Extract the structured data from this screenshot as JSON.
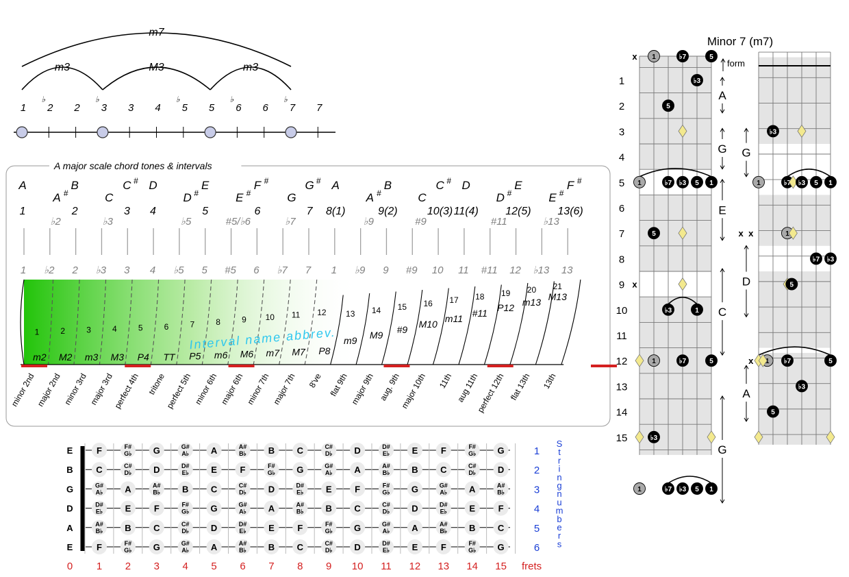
{
  "top_intervals": {
    "arcs": [
      {
        "label": "m7"
      },
      {
        "label": "m3"
      },
      {
        "label": "M3"
      },
      {
        "label": "m3"
      }
    ],
    "degrees": [
      {
        "num": "1",
        "flat": false
      },
      {
        "num": "2",
        "flat": true
      },
      {
        "num": "2",
        "flat": false
      },
      {
        "num": "3",
        "flat": true
      },
      {
        "num": "3",
        "flat": false
      },
      {
        "num": "4",
        "flat": false
      },
      {
        "num": "5",
        "flat": true
      },
      {
        "num": "5",
        "flat": false
      },
      {
        "num": "6",
        "flat": true
      },
      {
        "num": "6",
        "flat": false
      },
      {
        "num": "7",
        "flat": true
      },
      {
        "num": "7",
        "flat": false
      }
    ],
    "chord_tone_steps": [
      0,
      3,
      7,
      10
    ]
  },
  "scale_panel": {
    "title": "A major scale chord tones & intervals",
    "notes": [
      {
        "letter": "A",
        "sharp": false,
        "row": 0
      },
      {
        "letter": "A",
        "sharp": true,
        "row": 1
      },
      {
        "letter": "B",
        "sharp": false,
        "row": 0
      },
      {
        "letter": "C",
        "sharp": false,
        "row": 1
      },
      {
        "letter": "C",
        "sharp": true,
        "row": 0
      },
      {
        "letter": "D",
        "sharp": false,
        "row": 0
      },
      {
        "letter": "D",
        "sharp": true,
        "row": 1
      },
      {
        "letter": "E",
        "sharp": false,
        "row": 0
      },
      {
        "letter": "E",
        "sharp": true,
        "row": 1
      },
      {
        "letter": "F",
        "sharp": true,
        "row": 0
      },
      {
        "letter": "G",
        "sharp": false,
        "row": 1
      },
      {
        "letter": "G",
        "sharp": true,
        "row": 0
      },
      {
        "letter": "A",
        "sharp": false,
        "row": 0
      },
      {
        "letter": "A",
        "sharp": true,
        "row": 1
      },
      {
        "letter": "B",
        "sharp": false,
        "row": 0
      },
      {
        "letter": "C",
        "sharp": false,
        "row": 1
      },
      {
        "letter": "C",
        "sharp": true,
        "row": 0
      },
      {
        "letter": "D",
        "sharp": false,
        "row": 0
      },
      {
        "letter": "D",
        "sharp": true,
        "row": 1
      },
      {
        "letter": "E",
        "sharp": false,
        "row": 0
      },
      {
        "letter": "E",
        "sharp": true,
        "row": 1
      },
      {
        "letter": "F",
        "sharp": true,
        "row": 0
      }
    ],
    "degree_labels": [
      {
        "text": "1",
        "main": true
      },
      {
        "text": "♭2",
        "main": false
      },
      {
        "text": "2",
        "main": true
      },
      {
        "text": "♭3",
        "main": false
      },
      {
        "text": "3",
        "main": true
      },
      {
        "text": "4",
        "main": true
      },
      {
        "text": "♭5",
        "main": false
      },
      {
        "text": "5",
        "main": true
      },
      {
        "text": "#5/♭6",
        "main": false
      },
      {
        "text": "6",
        "main": true
      },
      {
        "text": "♭7",
        "main": false
      },
      {
        "text": "7",
        "main": true
      },
      {
        "text": "8(1)",
        "main": true
      },
      {
        "text": "♭9",
        "main": false
      },
      {
        "text": "9(2)",
        "main": true
      },
      {
        "text": "#9",
        "main": false
      },
      {
        "text": "10(3)",
        "main": true
      },
      {
        "text": "11(4)",
        "main": true
      },
      {
        "text": "#11",
        "main": false
      },
      {
        "text": "12(5)",
        "main": true
      },
      {
        "text": "♭13",
        "main": false
      },
      {
        "text": "13(6)",
        "main": true
      }
    ],
    "lower_degrees": [
      "1",
      "♭2",
      "2",
      "♭3",
      "3",
      "4",
      "♭5",
      "5",
      "#5",
      "6",
      "♭7",
      "7",
      "1",
      "♭9",
      "9",
      "#9",
      "10",
      "11",
      "#11",
      "12",
      "♭13",
      "13"
    ],
    "semitones": [
      "1",
      "2",
      "3",
      "4",
      "5",
      "6",
      "7",
      "8",
      "9",
      "10",
      "11",
      "12",
      "13",
      "14",
      "15",
      "16",
      "17",
      "18",
      "19",
      "20",
      "21"
    ],
    "abbrevs": [
      "m2",
      "M2",
      "m3",
      "M3",
      "P4",
      "TT",
      "P5",
      "m6",
      "M6",
      "m7",
      "M7",
      "P8",
      "m9",
      "M9",
      "#9",
      "M10",
      "m11",
      "#11",
      "P12",
      "m13",
      "M13"
    ],
    "full_names": [
      "minor 2nd",
      "major 2nd",
      "minor 3rd",
      "major 3rd",
      "perfect 4th",
      "tritone",
      "perfect 5th",
      "minor 6th",
      "major 6th",
      "minor 7th",
      "major 7th",
      "8've",
      "flat 9th",
      "major 9th",
      "aug. 9th",
      "major 10th",
      "11th",
      "aug 11th",
      "perfect 12th",
      "flat 13th",
      "13th"
    ],
    "interval_banner": "Interval name abbrev."
  },
  "fretboard": {
    "strings": [
      "E",
      "B",
      "G",
      "D",
      "A",
      "E"
    ],
    "string_numbers": [
      "1",
      "2",
      "3",
      "4",
      "5",
      "6"
    ],
    "string_numbers_label": "String numbers",
    "fret_numbers": [
      "0",
      "1",
      "2",
      "3",
      "4",
      "5",
      "6",
      "7",
      "8",
      "9",
      "10",
      "11",
      "12",
      "13",
      "14",
      "15"
    ],
    "frets_label": "frets",
    "notes": [
      [
        "F",
        "F#|G♭",
        "G",
        "G#|A♭",
        "A",
        "A#|B♭",
        "B",
        "C",
        "C#|D♭",
        "D",
        "D#|E♭",
        "E",
        "F",
        "F#|G♭",
        "G"
      ],
      [
        "C",
        "C#|D♭",
        "D",
        "D#|E♭",
        "E",
        "F",
        "F#|G♭",
        "G",
        "G#|A♭",
        "A",
        "A#|B♭",
        "B",
        "C",
        "C#|D♭",
        "D"
      ],
      [
        "G#|A♭",
        "A",
        "A#|B♭",
        "B",
        "C",
        "C#|D♭",
        "D",
        "D#|E♭",
        "E",
        "F",
        "F#|G♭",
        "G",
        "G#|A♭",
        "A",
        "A#|B♭"
      ],
      [
        "D#|E♭",
        "E",
        "F",
        "F#|G♭",
        "G",
        "G#|A♭",
        "A",
        "A#|B♭",
        "B",
        "C",
        "C#|D♭",
        "D",
        "D#|E♭",
        "E",
        "F"
      ],
      [
        "A#|B♭",
        "B",
        "C",
        "C#|D♭",
        "D",
        "D#|E♭",
        "E",
        "F",
        "F#|G♭",
        "G",
        "G#|A♭",
        "A",
        "A#|B♭",
        "B",
        "C"
      ],
      [
        "F",
        "F#|G♭",
        "G",
        "G#|A♭",
        "A",
        "A#|B♭",
        "B",
        "C",
        "C#|D♭",
        "D",
        "D#|E♭",
        "E",
        "F",
        "F#|G♭",
        "G"
      ]
    ]
  },
  "chord_diagram": {
    "title": "Minor 7 (m7)",
    "form_label": "form",
    "fret_numbers": [
      "1",
      "2",
      "3",
      "4",
      "5",
      "6",
      "7",
      "8",
      "9",
      "10",
      "11",
      "12",
      "13",
      "14",
      "15"
    ],
    "left_forms": [
      {
        "letter": "A",
        "from": 0,
        "to": 1.5
      },
      {
        "letter": "G",
        "from": 2,
        "to": 3.7
      },
      {
        "letter": "E",
        "from": 4,
        "to": 6.5
      },
      {
        "letter": "C",
        "from": 7.5,
        "to": 11
      },
      {
        "letter": "G",
        "from": 12.5,
        "to": 16.8
      }
    ],
    "right_forms": [
      {
        "letter": "G",
        "from": 2,
        "to": 4
      },
      {
        "letter": "D",
        "from": 6.6,
        "to": 9.5
      },
      {
        "letter": "A",
        "from": 11.3,
        "to": 13.6
      }
    ],
    "left_marks": [
      {
        "fret": 0,
        "string": 1,
        "type": "root",
        "label": "1"
      },
      {
        "fret": 0,
        "string": 3,
        "type": "tone",
        "label": "♭7"
      },
      {
        "fret": 0,
        "string": 5,
        "type": "tone",
        "label": "5"
      },
      {
        "fret": 0,
        "string": 0,
        "type": "x",
        "label": "x"
      },
      {
        "fret": 1,
        "string": 4,
        "type": "tone",
        "label": "♭3"
      },
      {
        "fret": 2,
        "string": 2,
        "type": "tone",
        "label": "5"
      },
      {
        "fret": 3,
        "string": 3,
        "type": "diamond",
        "label": ""
      },
      {
        "fret": 5,
        "string": 0,
        "type": "root",
        "label": "1"
      },
      {
        "fret": 5,
        "string": 2,
        "type": "tone",
        "label": "♭7"
      },
      {
        "fret": 5,
        "string": 3,
        "type": "diamond",
        "label": ""
      },
      {
        "fret": 5,
        "string": 3,
        "type": "tone",
        "label": "♭3"
      },
      {
        "fret": 5,
        "string": 4,
        "type": "tone",
        "label": "5"
      },
      {
        "fret": 5,
        "string": 5,
        "type": "tone",
        "label": "1"
      },
      {
        "fret": 7,
        "string": 1,
        "type": "tone",
        "label": "5"
      },
      {
        "fret": 7,
        "string": 3,
        "type": "diamond",
        "label": ""
      },
      {
        "fret": 9,
        "string": 0,
        "type": "x",
        "label": "x"
      },
      {
        "fret": 9,
        "string": 3,
        "type": "diamond",
        "label": ""
      },
      {
        "fret": 10,
        "string": 2,
        "type": "tone",
        "label": "♭3"
      },
      {
        "fret": 10,
        "string": 4,
        "type": "tone",
        "label": "1"
      },
      {
        "fret": 12,
        "string": 0,
        "type": "diamond",
        "label": ""
      },
      {
        "fret": 12,
        "string": 1,
        "type": "root",
        "label": "1"
      },
      {
        "fret": 12,
        "string": 3,
        "type": "tone",
        "label": "♭7"
      },
      {
        "fret": 12,
        "string": 5,
        "type": "diamond",
        "label": ""
      },
      {
        "fret": 12,
        "string": 5,
        "type": "tone",
        "label": "5"
      },
      {
        "fret": 15,
        "string": 0,
        "type": "diamond",
        "label": ""
      },
      {
        "fret": 15,
        "string": 1,
        "type": "tone",
        "label": "♭3"
      },
      {
        "fret": 15,
        "string": 5,
        "type": "diamond",
        "label": ""
      },
      {
        "fret": 17,
        "string": 0,
        "type": "root",
        "label": "1"
      },
      {
        "fret": 17,
        "string": 2,
        "type": "tone",
        "label": "♭7"
      },
      {
        "fret": 17,
        "string": 3,
        "type": "tone",
        "label": "♭3"
      },
      {
        "fret": 17,
        "string": 4,
        "type": "tone",
        "label": "5"
      },
      {
        "fret": 17,
        "string": 5,
        "type": "tone",
        "label": "1"
      }
    ],
    "right_marks": [
      {
        "fret": 3,
        "string": 1,
        "type": "tone",
        "label": "♭3"
      },
      {
        "fret": 3,
        "string": 3,
        "type": "diamond",
        "label": ""
      },
      {
        "fret": 5,
        "string": 0,
        "type": "root",
        "label": "1"
      },
      {
        "fret": 5,
        "string": 2,
        "type": "tone",
        "label": "♭7"
      },
      {
        "fret": 5,
        "string": 2.4,
        "type": "diamond",
        "label": ""
      },
      {
        "fret": 5,
        "string": 3,
        "type": "tone",
        "label": "♭3"
      },
      {
        "fret": 5,
        "string": 4,
        "type": "tone",
        "label": "5"
      },
      {
        "fret": 5,
        "string": 5,
        "type": "tone",
        "label": "1"
      },
      {
        "fret": 7,
        "string": -0.9,
        "type": "x",
        "label": "x"
      },
      {
        "fret": 7,
        "string": -0.2,
        "type": "x",
        "label": "x"
      },
      {
        "fret": 7,
        "string": 2,
        "type": "root",
        "label": "1"
      },
      {
        "fret": 7,
        "string": 2.4,
        "type": "diamond",
        "label": ""
      },
      {
        "fret": 8,
        "string": 4,
        "type": "tone",
        "label": "♭7"
      },
      {
        "fret": 8,
        "string": 5,
        "type": "tone",
        "label": "♭3"
      },
      {
        "fret": 9,
        "string": 2,
        "type": "diamond",
        "label": ""
      },
      {
        "fret": 9,
        "string": 2.3,
        "type": "tone",
        "label": "5"
      },
      {
        "fret": 12,
        "string": -0.2,
        "type": "x",
        "label": "x"
      },
      {
        "fret": 12,
        "string": 0,
        "type": "diamond",
        "label": ""
      },
      {
        "fret": 12,
        "string": 0.6,
        "type": "root",
        "label": "1"
      },
      {
        "fret": 12,
        "string": 0.3,
        "type": "diamond",
        "label": ""
      },
      {
        "fret": 12,
        "string": 2,
        "type": "tone",
        "label": "♭7"
      },
      {
        "fret": 12,
        "string": 5,
        "type": "tone",
        "label": "5"
      },
      {
        "fret": 13,
        "string": 3,
        "type": "tone",
        "label": "♭3"
      },
      {
        "fret": 14,
        "string": 1,
        "type": "tone",
        "label": "5"
      },
      {
        "fret": 15,
        "string": 0,
        "type": "diamond",
        "label": ""
      },
      {
        "fret": 15,
        "string": 5,
        "type": "diamond",
        "label": ""
      }
    ]
  },
  "colors": {
    "text_gray": "#808080",
    "line_gray": "#a0a0a0",
    "panel_border": "#9a9a9a",
    "green": "#22c40a",
    "red": "#d42020",
    "blue": "#1a3fd6",
    "cyan": "#2ec7ee",
    "dot_fill": "#c8cce8",
    "root_gray": "#a9a9a9",
    "diamond": "#f3e98e",
    "shade": "#e4e4e4",
    "fret_circle": "#ebebeb"
  }
}
